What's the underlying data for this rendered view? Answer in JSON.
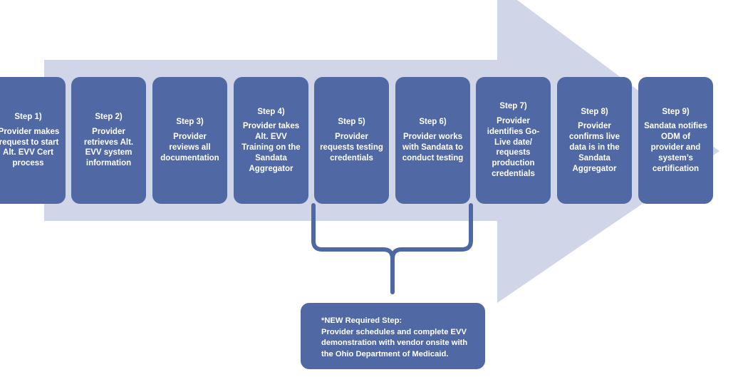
{
  "colors": {
    "arrow": "#d0d6e7",
    "box": "#5069a4",
    "box_border": "#ffffff",
    "text": "#ffffff",
    "brace": "#4e68a3"
  },
  "steps": [
    {
      "title": "Step 1)",
      "lines": [
        "Provider makes",
        "request to start",
        "Alt. EVV Cert",
        "process"
      ]
    },
    {
      "title": "Step 2)",
      "lines": [
        "Provider",
        "retrieves Alt.",
        "EVV system",
        "information"
      ]
    },
    {
      "title": "Step 3)",
      "lines": [
        "Provider",
        "reviews all",
        "documentation"
      ]
    },
    {
      "title": "Step 4)",
      "lines": [
        "Provider takes",
        "Alt. EVV",
        "Training on the",
        "Sandata",
        "Aggregator"
      ]
    },
    {
      "title": "Step 5)",
      "lines": [
        "Provider",
        "requests testing",
        "credentials"
      ]
    },
    {
      "title": "Step 6)",
      "lines": [
        "Provider works",
        "with Sandata to",
        "conduct testing"
      ]
    },
    {
      "title": "Step 7)",
      "lines": [
        "Provider",
        "identifies Go-",
        "Live date/",
        "requests",
        "production",
        "credentials"
      ]
    },
    {
      "title": "Step 8)",
      "lines": [
        "Provider",
        "confirms live",
        "data is in the",
        "Sandata",
        "Aggregator"
      ]
    },
    {
      "title": "Step 9)",
      "lines": [
        "Sandata notifies",
        "ODM of",
        "provider and",
        "system’s",
        "certification"
      ]
    }
  ],
  "new_step": {
    "title": "*NEW Required Step:",
    "lines": [
      "Provider schedules and complete EVV",
      "demonstration with vendor onsite with",
      "the Ohio Department of Medicaid."
    ]
  }
}
